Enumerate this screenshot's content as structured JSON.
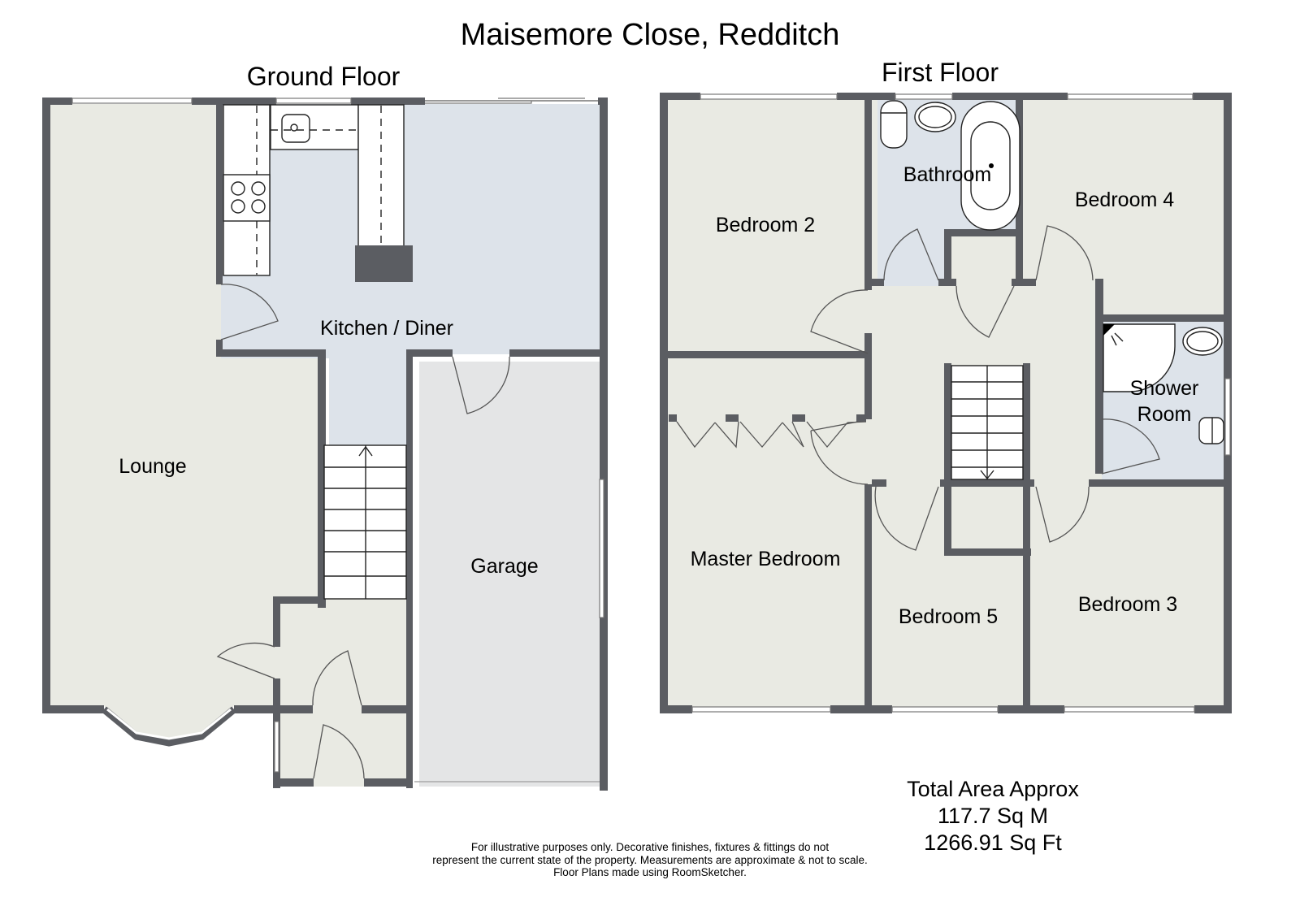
{
  "title": "Maisemore Close, Redditch",
  "floors": [
    {
      "name": "Ground Floor",
      "rooms": [
        {
          "label": "Lounge"
        },
        {
          "label": "Kitchen / Diner"
        },
        {
          "label": "Garage"
        }
      ]
    },
    {
      "name": "First Floor",
      "rooms": [
        {
          "label": "Bedroom 2"
        },
        {
          "label": "Bathroom"
        },
        {
          "label": "Bedroom 4"
        },
        {
          "label": "Shower Room"
        },
        {
          "label": "Master Bedroom"
        },
        {
          "label": "Bedroom 5"
        },
        {
          "label": "Bedroom 3"
        }
      ]
    }
  ],
  "total_area": {
    "heading": "Total Area Approx",
    "sq_m": "117.7 Sq M",
    "sq_ft": "1266.91 Sq Ft"
  },
  "disclaimer": {
    "line1": "For illustrative purposes only. Decorative finishes, fixtures & fittings do not",
    "line2": "represent the current state of the property. Measurements are approximate & not to scale.",
    "line3": "Floor Plans made using RoomSketcher."
  },
  "colors": {
    "wall": "#5b5d62",
    "floor_living": "#e9eae3",
    "floor_wet": "#dde3ea",
    "floor_garage": "#e4e5e6"
  }
}
